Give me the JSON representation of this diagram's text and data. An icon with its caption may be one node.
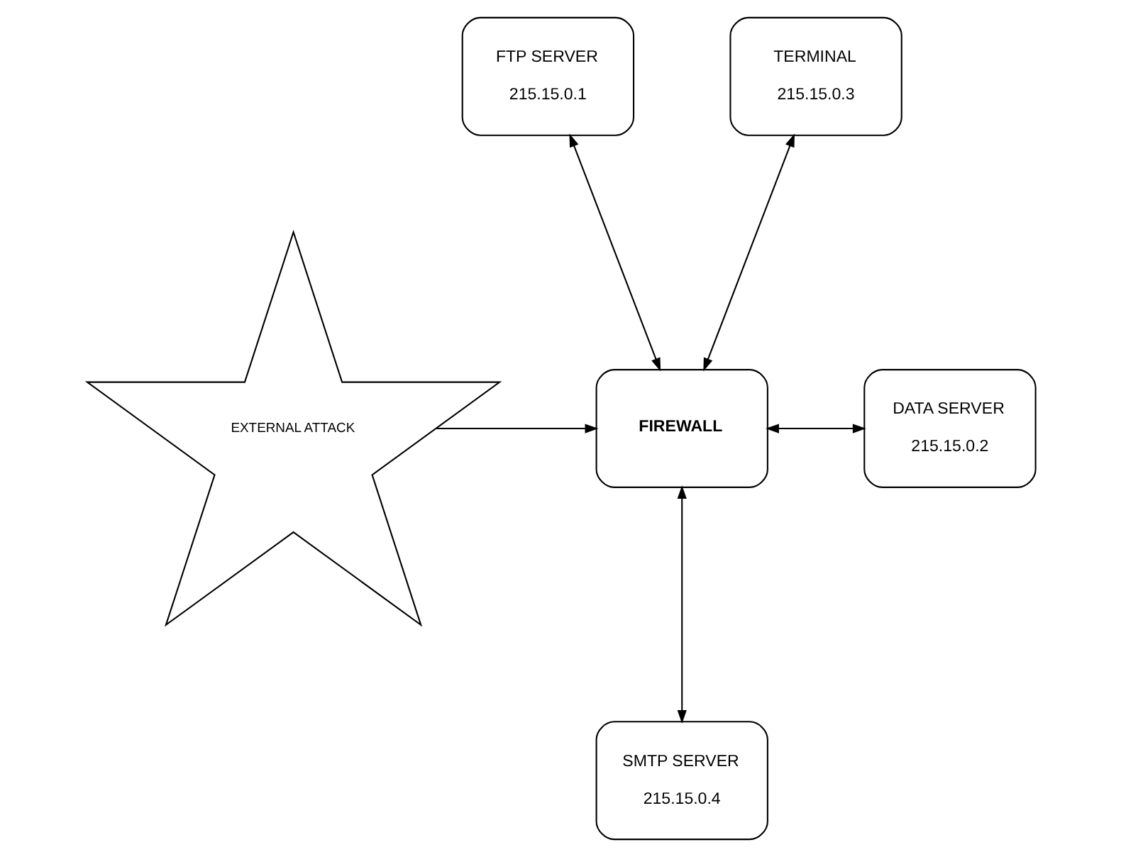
{
  "diagram": {
    "nodes": [
      {
        "text": [
          "TERMINAL",
          "215.15.0.3"
        ]
      },
      {
        "text": [
          "FTP SERVER",
          "215.15.0.1"
        ]
      },
      {
        "text": [
          "FIREWALL"
        ]
      },
      {
        "text": [
          "DATA SERVER",
          "215.15.0.2"
        ]
      },
      {
        "text": [
          "EXTERNAL ATTACK"
        ]
      },
      {
        "text": [
          "SMTP SERVER",
          "215.15.0.4"
        ]
      }
    ],
    "edges": [
      {
        "from": 1,
        "to": 2,
        "arrow": "both"
      },
      {
        "from": 0,
        "to": 2,
        "arrow": "both"
      },
      {
        "from": 2,
        "to": 3,
        "arrow": "both"
      },
      {
        "from": 4,
        "to": 2,
        "arrow": "to"
      },
      {
        "from": 2,
        "to": 5,
        "arrow": "both"
      }
    ]
  }
}
